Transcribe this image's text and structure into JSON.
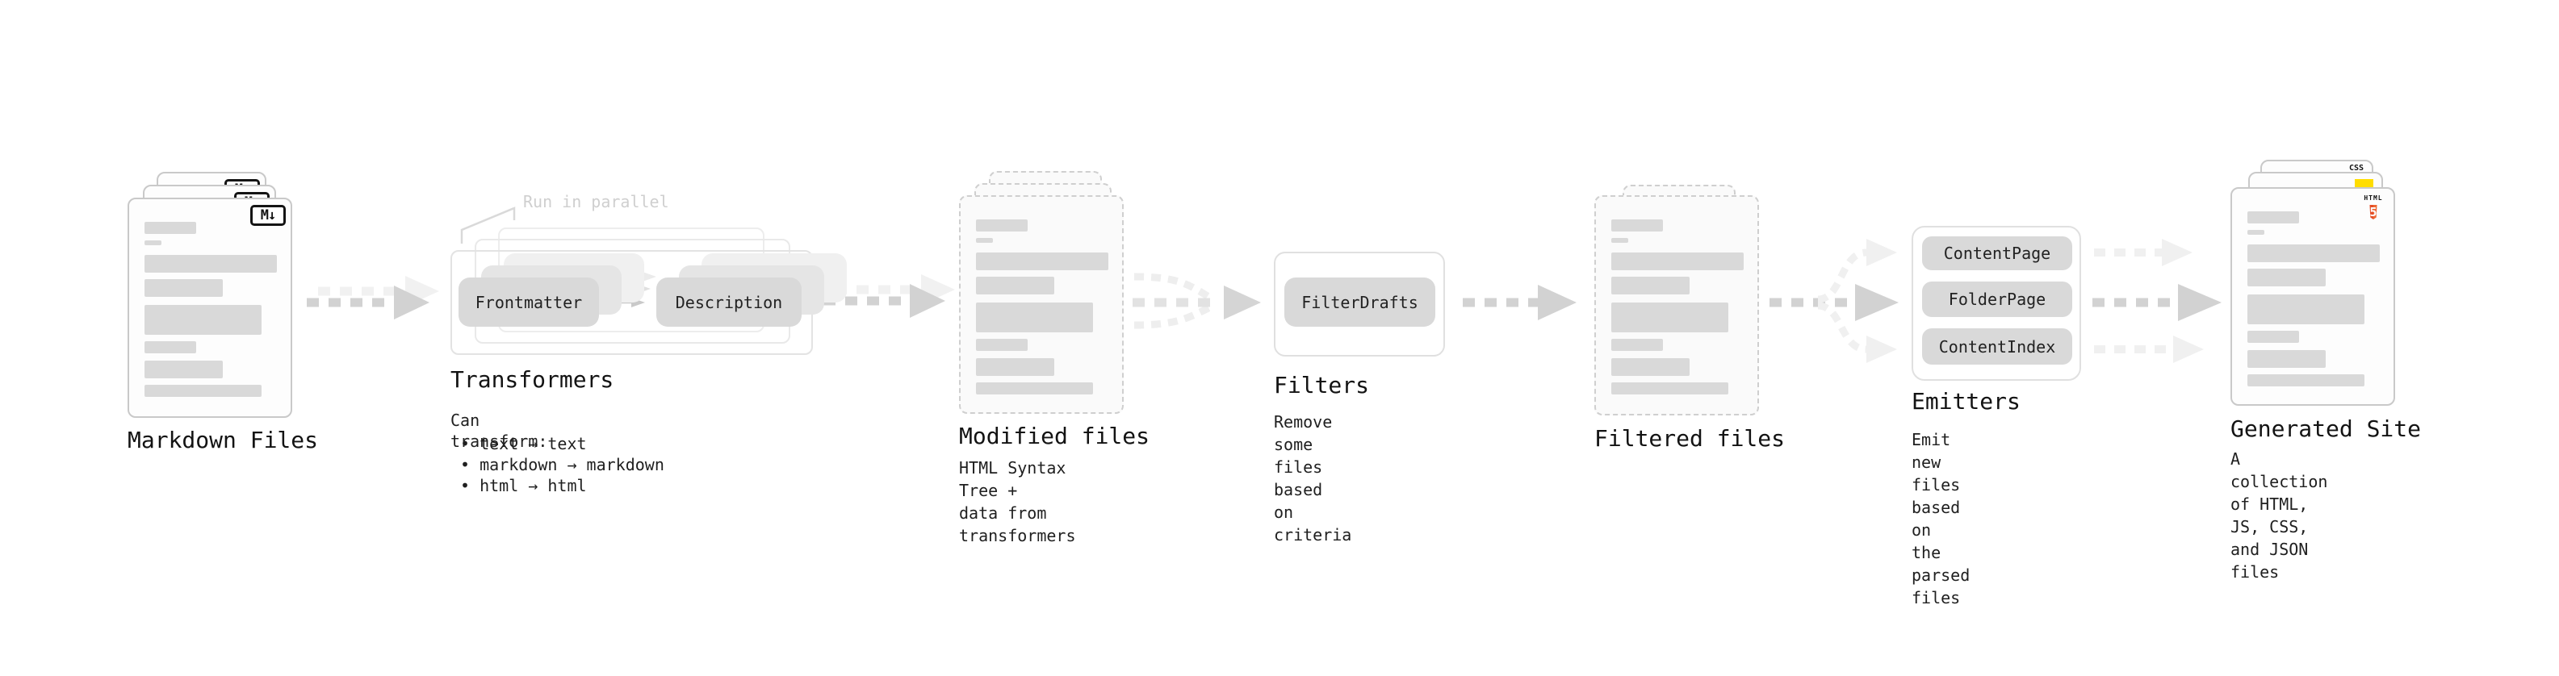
{
  "icons": {
    "markdown_glyph": "M↓",
    "css_badge": "CSS",
    "html5_wordmark": "HTML",
    "html5_number": "5"
  },
  "colors": {
    "accent_css_blue": "#2962ff",
    "accent_js_yellow": "#ffdd00",
    "accent_html_orange": "#e44d26",
    "arrow_gray": "#d2d2d2",
    "arrow_light_gray": "#f0f0f0",
    "bar_gray": "#d9d9d9"
  },
  "stages": {
    "markdown": {
      "label": "Markdown Files"
    },
    "transformers": {
      "annotation": "Run in parallel",
      "pills": [
        "Frontmatter",
        "Description"
      ],
      "label": "Transformers",
      "caption_title": "Can transform:",
      "bullets": [
        "• text → text",
        "• markdown → markdown",
        "• html → html"
      ]
    },
    "modified": {
      "label": "Modified files",
      "caption": "HTML Syntax Tree +\ndata from transformers"
    },
    "filters": {
      "label": "Filters",
      "pill": "FilterDrafts",
      "caption": "Remove some files based\non criteria"
    },
    "filtered": {
      "label": "Filtered files"
    },
    "emitters": {
      "label": "Emitters",
      "pills": [
        "ContentPage",
        "FolderPage",
        "ContentIndex"
      ],
      "caption": "Emit new files based on\nthe parsed files"
    },
    "generated": {
      "label": "Generated Site",
      "caption": "A collection of HTML,\nJS, CSS, and JSON files"
    }
  },
  "bars": {
    "pattern": [
      [
        64,
        15,
        0
      ],
      [
        21,
        6,
        8
      ],
      [
        164,
        22,
        12
      ],
      [
        97,
        22,
        8
      ],
      [
        145,
        37,
        10
      ],
      [
        64,
        15,
        8
      ],
      [
        97,
        22,
        9
      ],
      [
        145,
        15,
        8
      ]
    ]
  }
}
